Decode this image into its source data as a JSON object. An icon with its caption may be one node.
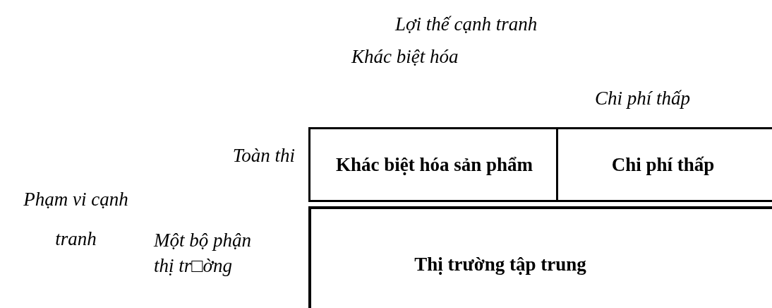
{
  "diagram": {
    "nodes": [
      {
        "text": [
          "Khác biệt hóa sản phẩm"
        ]
      },
      {
        "text": [
          "Chi phí thấp"
        ]
      },
      {
        "text": [
          "Thị trường tập trung"
        ]
      }
    ],
    "edges": [],
    "labels": [
      "Lợi thế cạnh tranh",
      "Khác biệt hóa",
      "Chi phí thấp",
      "Toàn thi",
      "Phạm vi cạnh tranh",
      "Một bộ phận thị tr□ờng"
    ]
  }
}
